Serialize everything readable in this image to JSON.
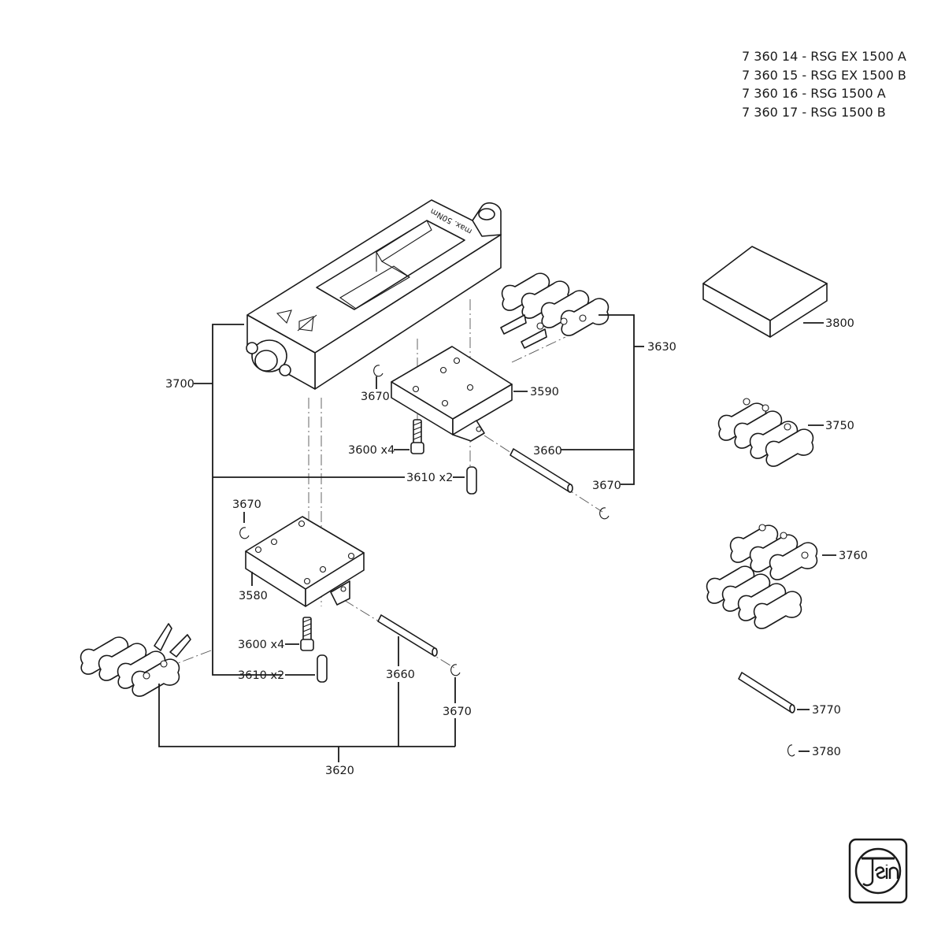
{
  "header": {
    "models": [
      "7 360 14 - RSG EX 1500 A",
      "7 360 15 - RSG EX 1500 B",
      "7 360 16 - RSG 1500 A",
      "7 360 17 - RSG 1500 B"
    ]
  },
  "housing_marking": "max. 50Nm",
  "logo_text": "Fein",
  "callouts": {
    "c3700": "3700",
    "c3630": "3630",
    "c3590": "3590",
    "c3670a": "3670",
    "c3600a": "3600 x4",
    "c3660a": "3660",
    "c3610a": "3610 x2",
    "c3670b": "3670",
    "c3670c": "3670",
    "c3580": "3580",
    "c3600b": "3600 x4",
    "c3610b": "3610 x2",
    "c3660b": "3660",
    "c3670d": "3670",
    "c3620": "3620",
    "c3800": "3800",
    "c3750": "3750",
    "c3760": "3760",
    "c3770": "3770",
    "c3780": "3780"
  }
}
